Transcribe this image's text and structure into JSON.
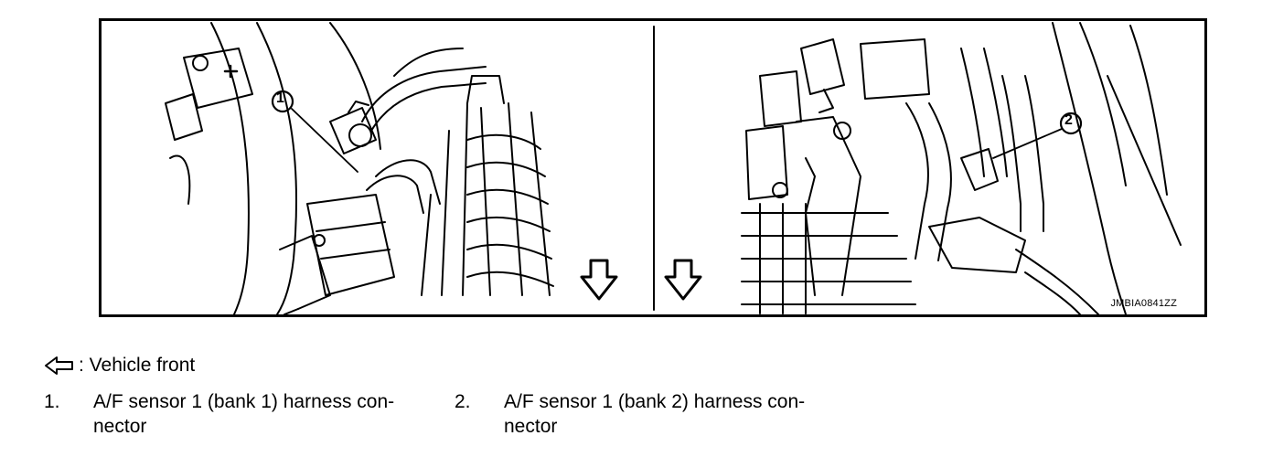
{
  "figure": {
    "code": "JMBIA0841ZZ",
    "callout_1": "1",
    "callout_2": "2"
  },
  "legend": {
    "icon": "arrow-left-outline-icon",
    "label": ": Vehicle front"
  },
  "items": [
    {
      "number": "1.",
      "text": "A/F sensor 1 (bank 1) harness con-nector"
    },
    {
      "number": "2.",
      "text": "A/F sensor 1 (bank 2) harness con-nector"
    }
  ]
}
